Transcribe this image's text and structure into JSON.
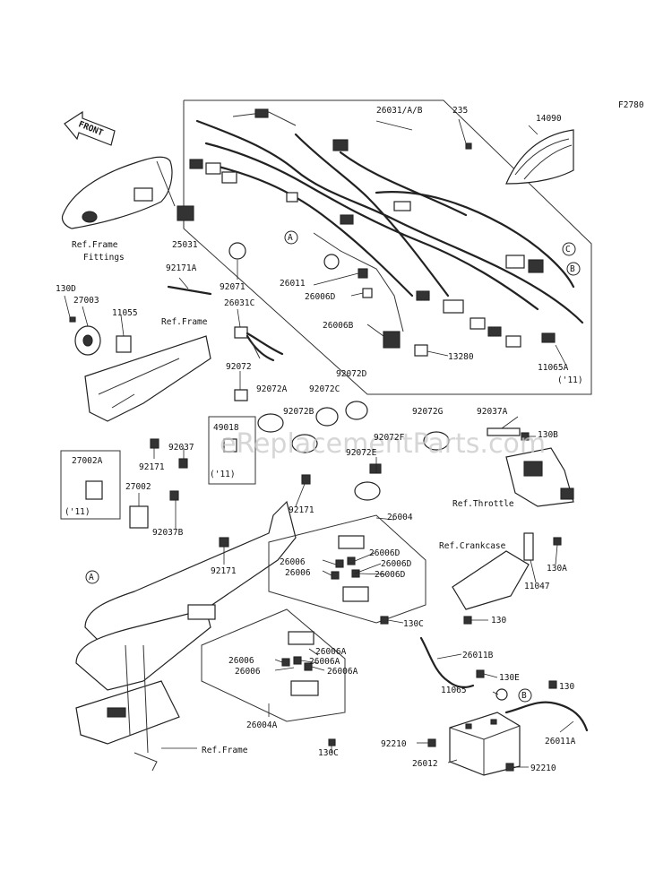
{
  "figure_id": "F2780",
  "front_label": "FRONT",
  "watermark": "eReplacementParts.com",
  "callout_letters": [
    "A",
    "B",
    "C"
  ],
  "part_numbers": {
    "p26031": "26031/A/B",
    "p235": "235",
    "p14090": "14090",
    "p25031": "25031",
    "p92171A": "92171A",
    "p92071": "92071",
    "p130D": "130D",
    "p27003": "27003",
    "p11055": "11055",
    "p26031C": "26031C",
    "p26011": "26011",
    "p26006D_top": "26006D",
    "p26006B": "26006B",
    "p13280": "13280",
    "p11065A": "11065A",
    "p11065A_note": "('11)",
    "p92072": "92072",
    "p92072A": "92072A",
    "p92072C": "92072C",
    "p92072D": "92072D",
    "p92072B": "92072B",
    "p92072G": "92072G",
    "p92037A": "92037A",
    "p130B": "130B",
    "p49018": "49018",
    "p49018_note": "('11)",
    "p92037": "92037",
    "p92171_a": "92171",
    "p27002A": "27002A",
    "p27002A_note": "('11)",
    "p27002": "27002",
    "p92072F": "92072F",
    "p92072E": "92072E",
    "p92037B": "92037B",
    "p92171_b": "92171",
    "p26004": "26004",
    "p92171_c": "92171",
    "p26006_1": "26006",
    "p26006_2": "26006",
    "p26006D_1": "26006D",
    "p26006D_2": "26006D",
    "p26006D_3": "26006D",
    "p130A": "130A",
    "p11047": "11047",
    "p130C_1": "130C",
    "p130_1": "130",
    "p26011B": "26011B",
    "p26006_3": "26006",
    "p26006_4": "26006",
    "p26006A_1": "26006A",
    "p26006A_2": "26006A",
    "p26006A_3": "26006A",
    "p130E": "130E",
    "p11065": "11065",
    "p130_2": "130",
    "p26004A": "26004A",
    "p92210_1": "92210",
    "p26011A": "26011A",
    "p130C_2": "130C",
    "p26012": "26012",
    "p92210_2": "92210"
  },
  "references": {
    "ref_frame_fittings_1": "Ref.Frame",
    "ref_frame_fittings_2": "Fittings",
    "ref_frame_1": "Ref.Frame",
    "ref_throttle": "Ref.Throttle",
    "ref_crankcase": "Ref.Crankcase",
    "ref_frame_2": "Ref.Frame"
  }
}
